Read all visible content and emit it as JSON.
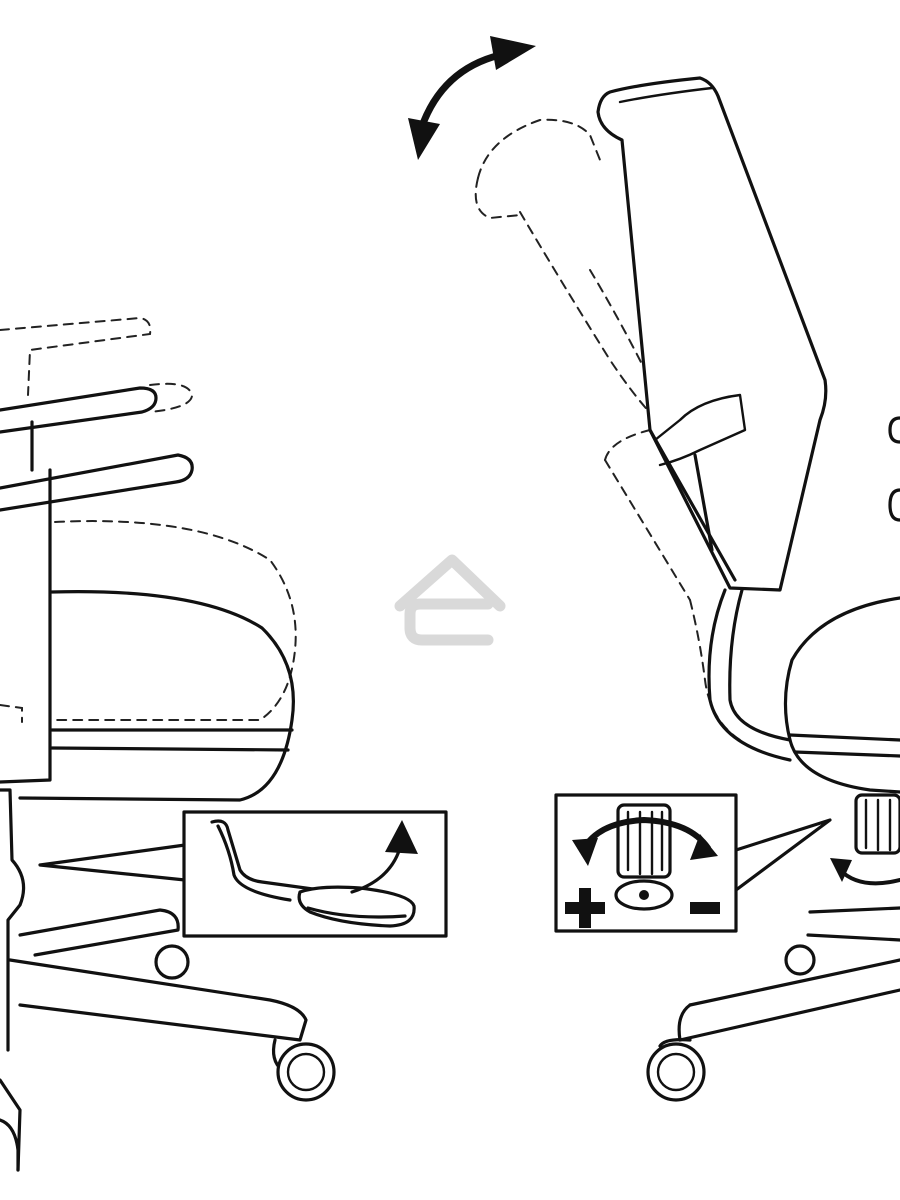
{
  "diagram": {
    "panels": [
      {
        "id": "armrest-height-adjustment",
        "callout": "lever",
        "icon": "lever-lift-arrow-icon"
      },
      {
        "id": "backrest-tilt-and-seat-height",
        "callout": "height-knob",
        "icon": "rotate-knob-icon"
      }
    ],
    "knob_symbols": {
      "increase": "+",
      "decrease": "-"
    },
    "arrow_icon": "curved-double-arrow-icon",
    "watermark_icon": "house-logo-icon",
    "colors": {
      "line": "#111111",
      "watermark": "#d9d9d9",
      "background": "#ffffff"
    }
  }
}
